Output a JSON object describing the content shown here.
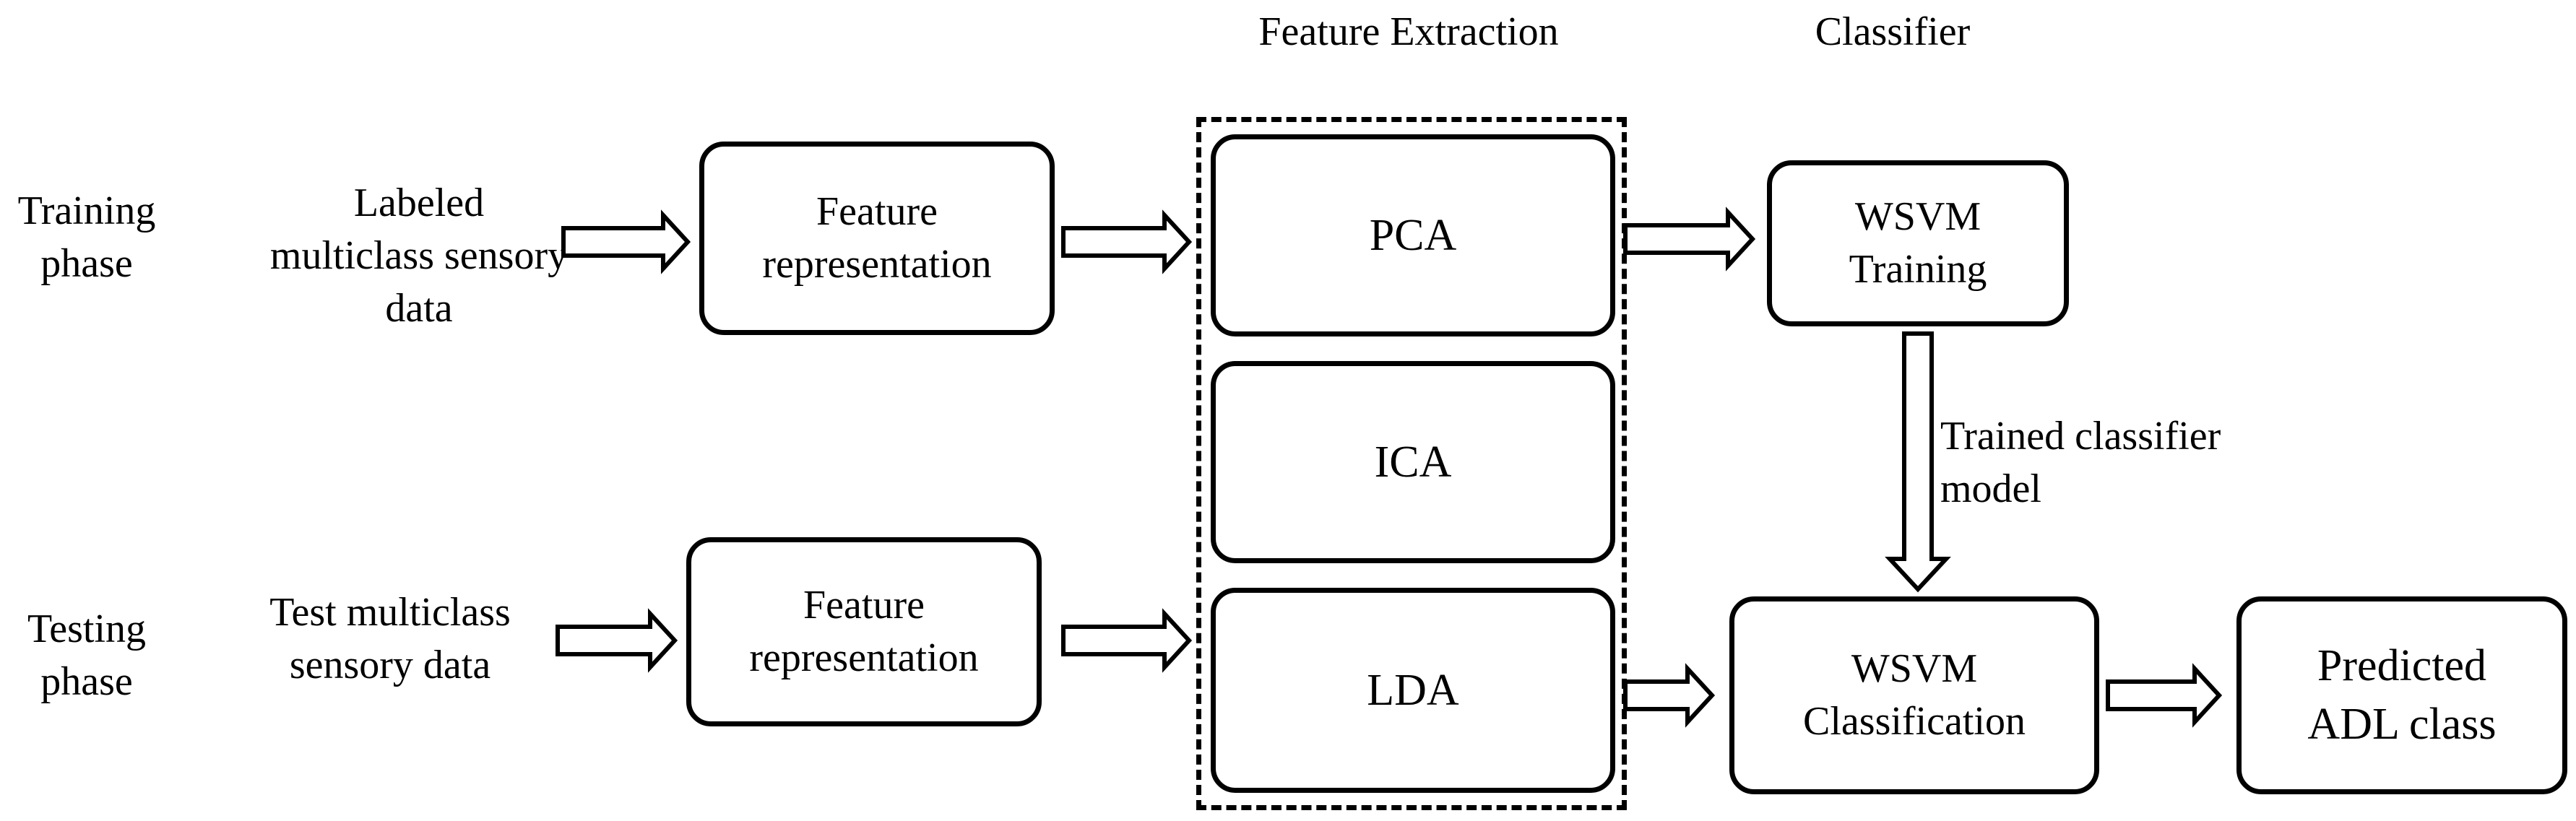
{
  "headers": {
    "feature_extraction": "Feature Extraction",
    "classifier": "Classifier"
  },
  "phases": {
    "training": "Training\nphase",
    "testing": "Testing\nphase"
  },
  "inputs": {
    "training": "Labeled\nmulticlass sensory\ndata",
    "testing": "Test multiclass\nsensory data"
  },
  "boxes": {
    "feature_rep_train": "Feature\nrepresentation",
    "feature_rep_test": "Feature\nrepresentation",
    "pca": "PCA",
    "ica": "ICA",
    "lda": "LDA",
    "wsvm_training": "WSVM\nTraining",
    "wsvm_classification": "WSVM\nClassification",
    "predicted": "Predicted\nADL class"
  },
  "edge_labels": {
    "trained_model": "Trained classifier\nmodel"
  }
}
